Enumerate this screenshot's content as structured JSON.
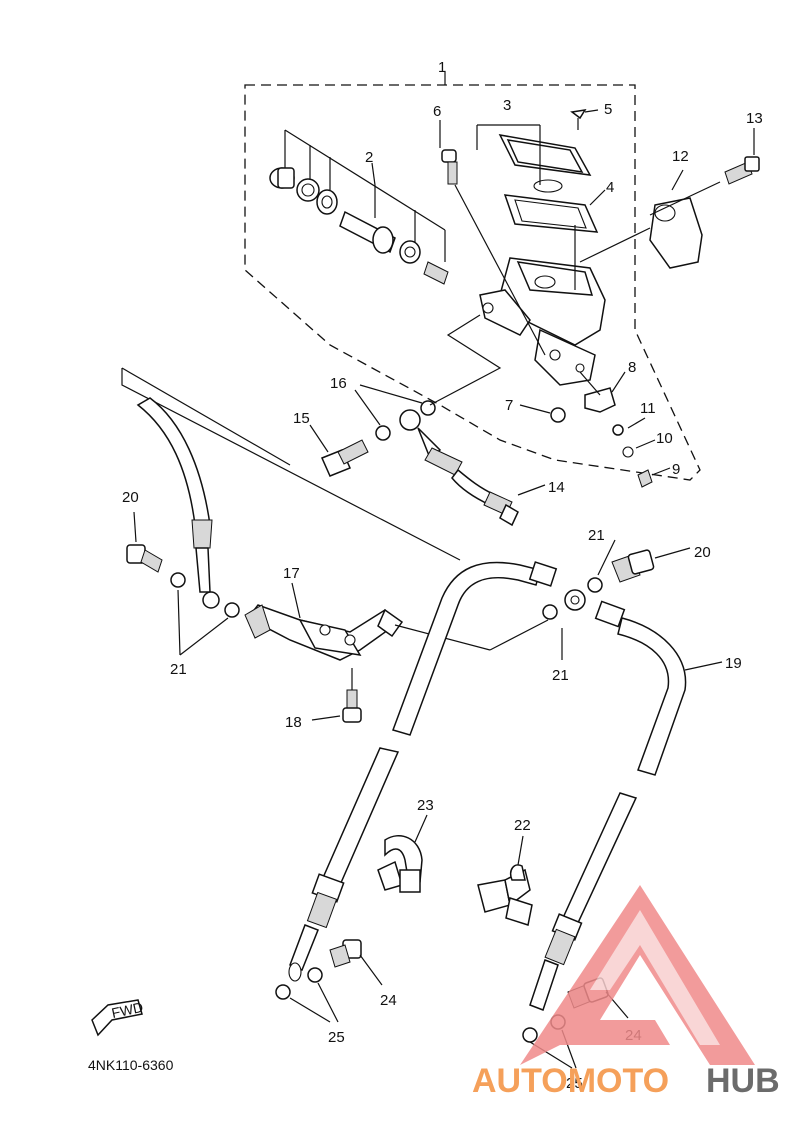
{
  "diagram": {
    "callouts": [
      "1",
      "2",
      "3",
      "4",
      "5",
      "6",
      "7",
      "8",
      "9",
      "10",
      "11",
      "12",
      "13",
      "14",
      "15",
      "16",
      "17",
      "18",
      "19",
      "20",
      "21",
      "22",
      "23",
      "24",
      "25"
    ],
    "part_code": "4NK110-6360",
    "fwd_label": "FWD"
  },
  "watermark": {
    "part1": "AUTOMOTO",
    "part2": "HUB",
    "color_primary": "#f5a05a",
    "color_secondary": "#6b6b6b",
    "logo_color": "#f08a8a"
  }
}
